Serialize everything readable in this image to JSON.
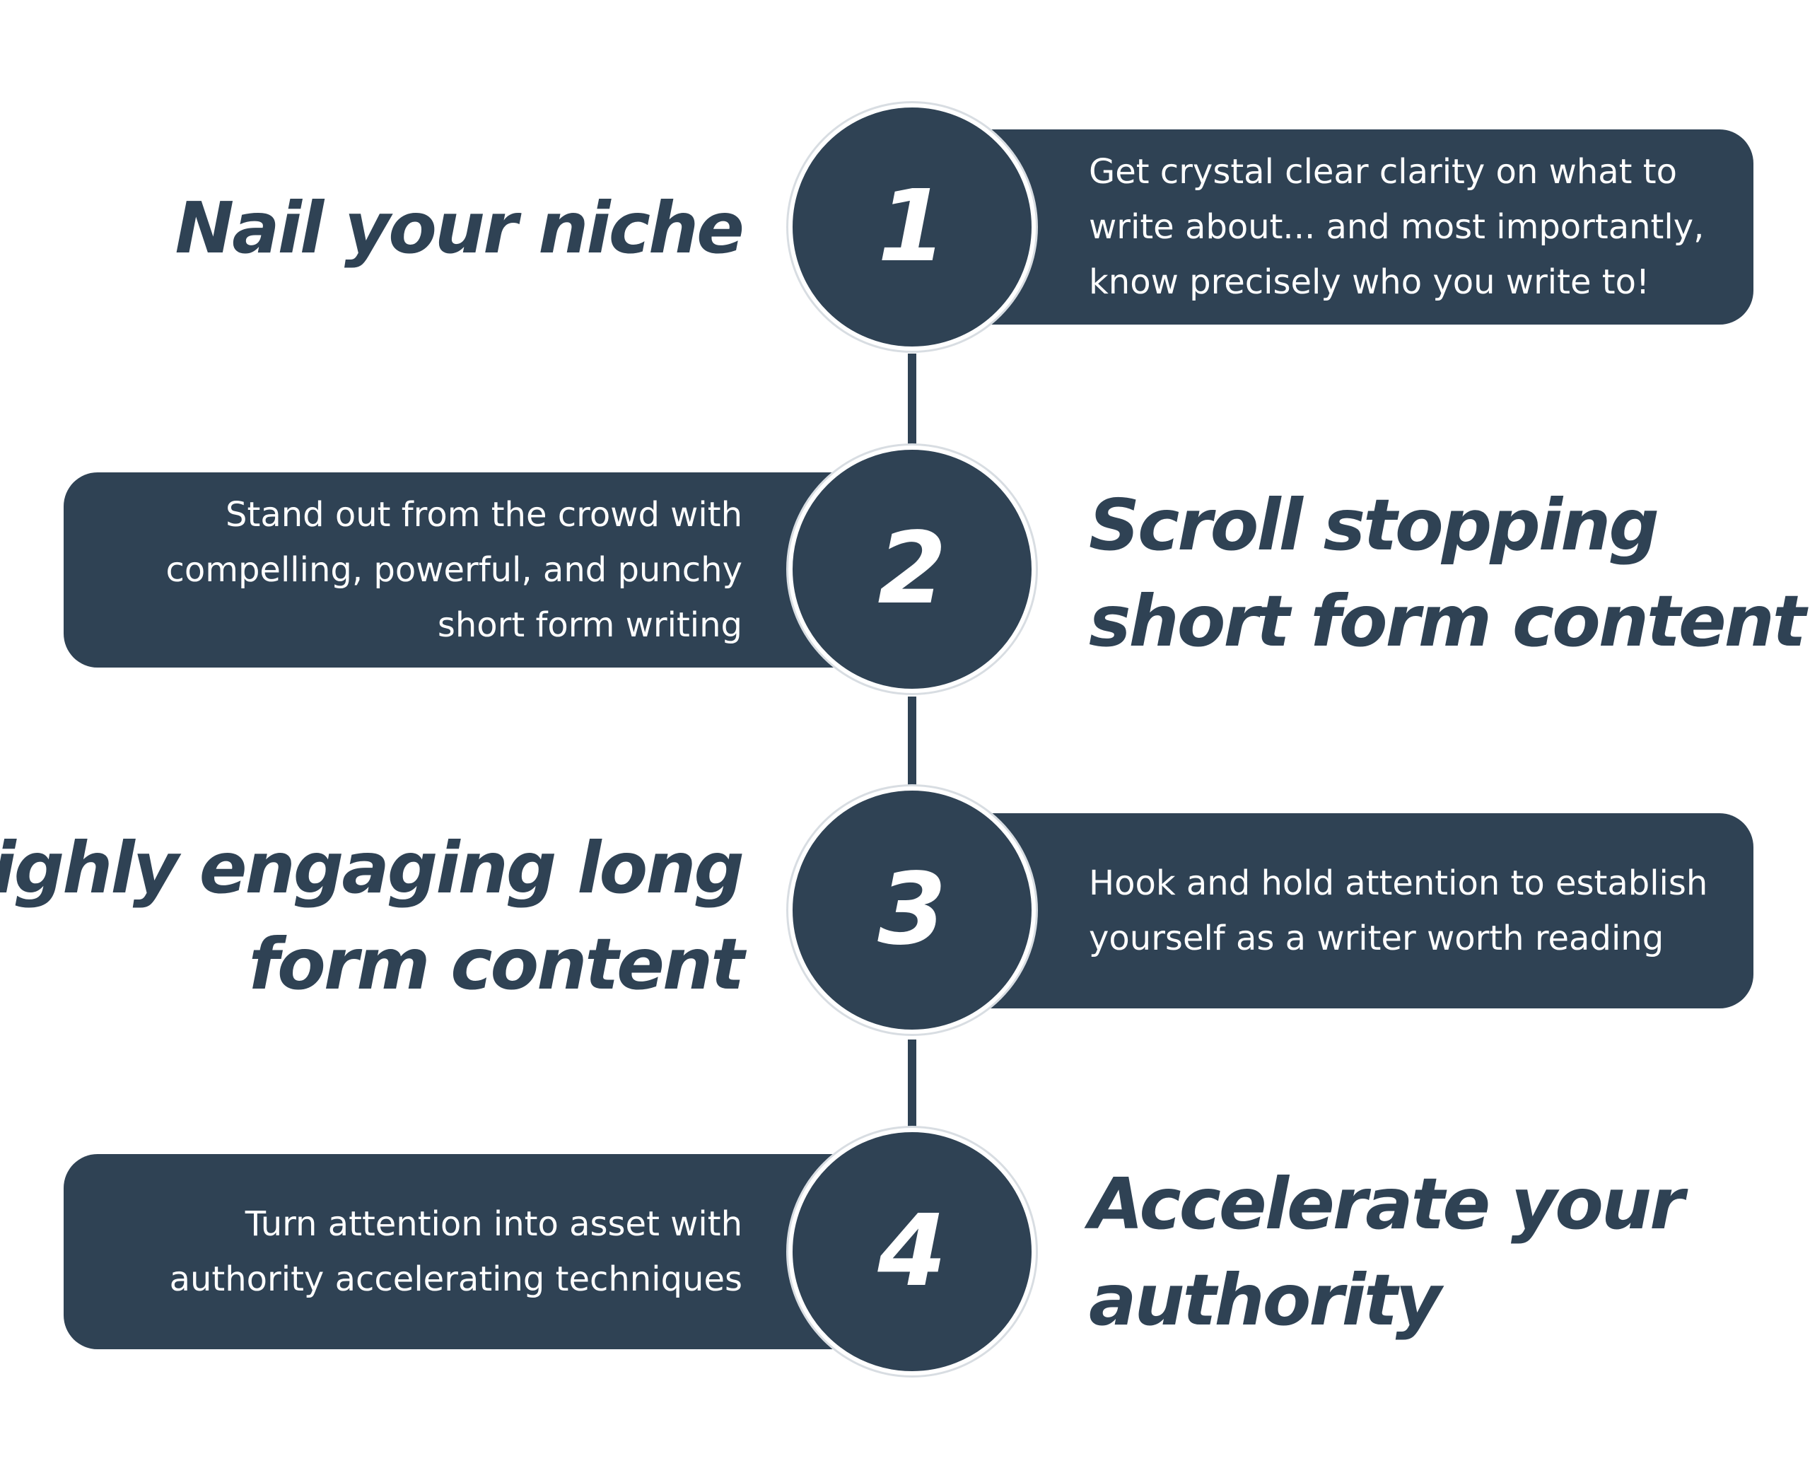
{
  "steps": [
    {
      "number": "1",
      "title_lines": [
        "Nail your niche"
      ],
      "description_lines": [
        "Get crystal clear clarity on what to",
        "write about... and most importantly,",
        "know precisely who you write to!"
      ]
    },
    {
      "number": "2",
      "title_lines": [
        "Scroll stopping",
        "short form content"
      ],
      "description_lines": [
        "Stand out from the crowd with",
        "compelling, powerful, and punchy",
        "short form writing"
      ]
    },
    {
      "number": "3",
      "title_lines": [
        "Highly engaging long",
        "form content"
      ],
      "description_lines": [
        "Hook and hold attention to establish",
        "yourself as a writer worth reading"
      ]
    },
    {
      "number": "4",
      "title_lines": [
        "Accelerate your",
        "authority"
      ],
      "description_lines": [
        "Turn attention into asset with",
        "authority accelerating techniques"
      ]
    }
  ],
  "colors": {
    "primary": "#2f4254",
    "background": "#ffffff",
    "text_on_primary": "#ffffff"
  }
}
